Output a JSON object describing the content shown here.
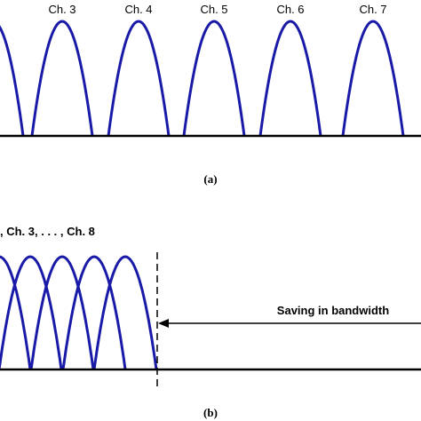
{
  "panel_a": {
    "channel_labels": [
      "Ch. 3",
      "Ch. 4",
      "Ch. 5",
      "Ch. 6",
      "Ch. 7"
    ],
    "caption": "(a)"
  },
  "panel_b": {
    "channel_label": ", Ch. 3, . . . , Ch. 8",
    "saving_label": "Saving in bandwidth",
    "caption": "(b)"
  },
  "colors": {
    "curve": "#1a1aa8",
    "axis": "#000000"
  }
}
